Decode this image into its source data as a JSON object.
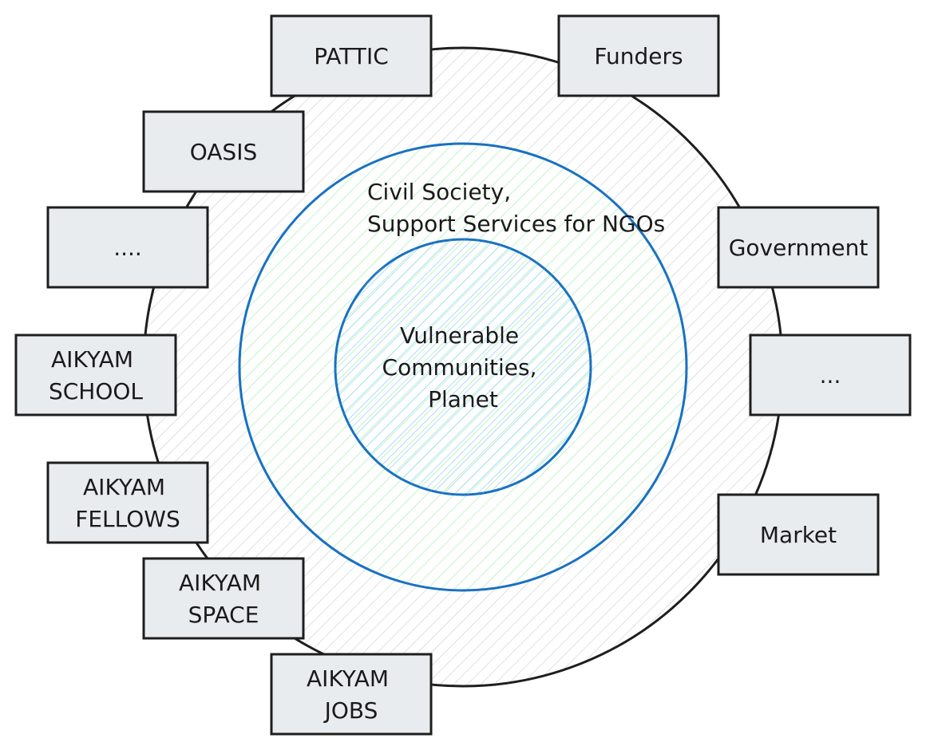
{
  "center": {
    "lines": [
      "Vulnerable",
      "Communities,",
      "Planet"
    ]
  },
  "middle": {
    "lines": [
      "Civil Society,",
      "Support Services for NGOs"
    ]
  },
  "nodes": [
    {
      "id": "pattic",
      "lines": [
        "PATTIC"
      ]
    },
    {
      "id": "funders",
      "lines": [
        "Funders"
      ]
    },
    {
      "id": "oasis",
      "lines": [
        "OASIS"
      ]
    },
    {
      "id": "ellipsis-left",
      "lines": [
        "...."
      ]
    },
    {
      "id": "government",
      "lines": [
        "Government"
      ]
    },
    {
      "id": "aikyam-school",
      "lines": [
        "AIKYAM",
        "SCHOOL"
      ]
    },
    {
      "id": "ellipsis-right",
      "lines": [
        "..."
      ]
    },
    {
      "id": "aikyam-fellows",
      "lines": [
        "AIKYAM",
        "FELLOWS"
      ]
    },
    {
      "id": "market",
      "lines": [
        "Market"
      ]
    },
    {
      "id": "aikyam-space",
      "lines": [
        "AIKYAM",
        "SPACE"
      ]
    },
    {
      "id": "aikyam-jobs",
      "lines": [
        "AIKYAM",
        "JOBS"
      ]
    }
  ],
  "colors": {
    "outer_ring_stroke": "#1e1e1e",
    "inner_ring_stroke": "#1971c2",
    "box_fill": "#e9ecef",
    "box_stroke": "#1e1e1e",
    "outer_hatch": "#ced4da",
    "middle_hatch": "#b2f2bb",
    "center_hatch": "#a5d8ff"
  }
}
